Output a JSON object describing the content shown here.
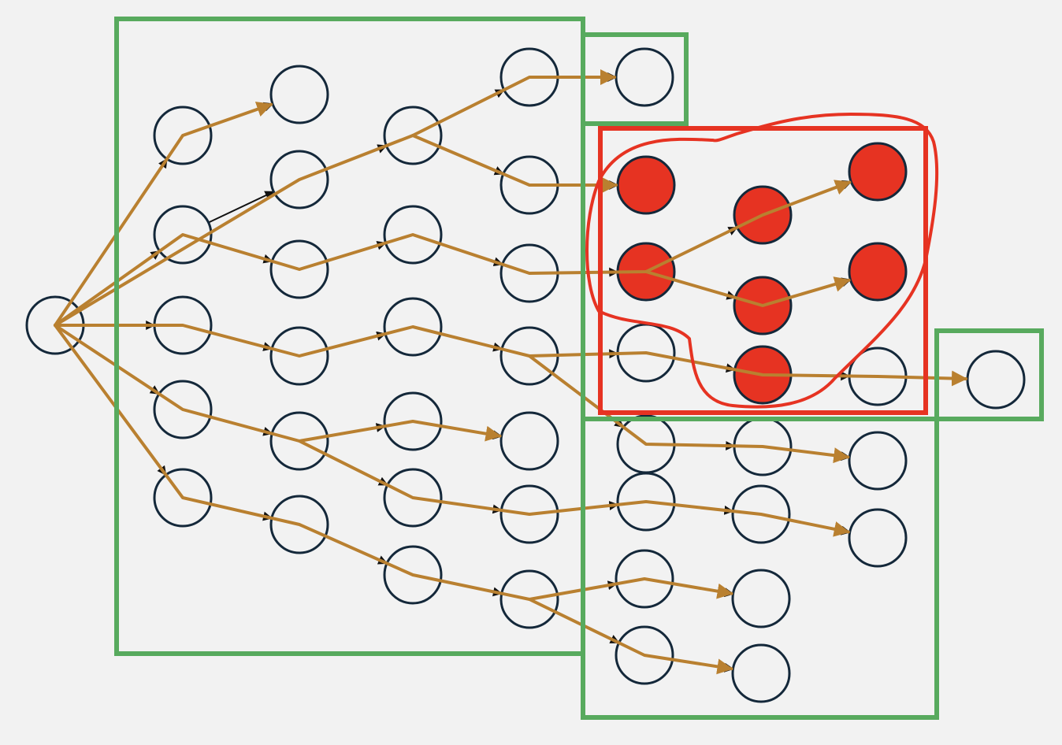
{
  "colors": {
    "background": "#f2f2f2",
    "node_stroke": "#14283a",
    "node_fill": "#f2f2f2",
    "highlight_fill": "#e63322",
    "tree_edge": "#111111",
    "path": "#b98030",
    "group_box": "#58aa5e",
    "highlight_box": "#e63322",
    "highlight_outline": "#e63322"
  },
  "nodes": [
    {
      "id": "root",
      "highlighted": false
    },
    {
      "id": "l1-a",
      "highlighted": false
    },
    {
      "id": "l1-b",
      "highlighted": false
    },
    {
      "id": "l1-c",
      "highlighted": false
    },
    {
      "id": "l1-d",
      "highlighted": false
    },
    {
      "id": "l1-e",
      "highlighted": false
    },
    {
      "id": "l2-a",
      "highlighted": false
    },
    {
      "id": "l2-b",
      "highlighted": false
    },
    {
      "id": "l2-c",
      "highlighted": false
    },
    {
      "id": "l2-d",
      "highlighted": false
    },
    {
      "id": "l2-e",
      "highlighted": false
    },
    {
      "id": "l2-f",
      "highlighted": false
    },
    {
      "id": "l3-a",
      "highlighted": false
    },
    {
      "id": "l3-b",
      "highlighted": false
    },
    {
      "id": "l3-c",
      "highlighted": false
    },
    {
      "id": "l3-d",
      "highlighted": false
    },
    {
      "id": "l3-e",
      "highlighted": false
    },
    {
      "id": "l3-f",
      "highlighted": false
    },
    {
      "id": "l4-a",
      "highlighted": false
    },
    {
      "id": "l4-b",
      "highlighted": false
    },
    {
      "id": "l4-c",
      "highlighted": false
    },
    {
      "id": "l4-d",
      "highlighted": false
    },
    {
      "id": "l4-e",
      "highlighted": false
    },
    {
      "id": "l4-f",
      "highlighted": false
    },
    {
      "id": "l4-g",
      "highlighted": false
    },
    {
      "id": "l5-top",
      "highlighted": false
    },
    {
      "id": "l5-a",
      "highlighted": true
    },
    {
      "id": "l5-b",
      "highlighted": true
    },
    {
      "id": "l5-c",
      "highlighted": false
    },
    {
      "id": "l5-d",
      "highlighted": false
    },
    {
      "id": "l5-e",
      "highlighted": false
    },
    {
      "id": "l5-f",
      "highlighted": false
    },
    {
      "id": "l5-g",
      "highlighted": false
    },
    {
      "id": "l6-a",
      "highlighted": true
    },
    {
      "id": "l6-b",
      "highlighted": true
    },
    {
      "id": "l6-c",
      "highlighted": true
    },
    {
      "id": "l6-d",
      "highlighted": false
    },
    {
      "id": "l6-e",
      "highlighted": false
    },
    {
      "id": "l6-f",
      "highlighted": false
    },
    {
      "id": "l6-g",
      "highlighted": false
    },
    {
      "id": "l7-a",
      "highlighted": true
    },
    {
      "id": "l7-b",
      "highlighted": true
    },
    {
      "id": "l7-c",
      "highlighted": false
    },
    {
      "id": "l7-d",
      "highlighted": false
    },
    {
      "id": "l7-e",
      "highlighted": false
    },
    {
      "id": "goal",
      "highlighted": false
    }
  ],
  "tree_edges": [
    [
      "root",
      "l1-a"
    ],
    [
      "root",
      "l1-b"
    ],
    [
      "root",
      "l1-c"
    ],
    [
      "root",
      "l1-d"
    ],
    [
      "root",
      "l1-e"
    ],
    [
      "l1-a",
      "l2-a"
    ],
    [
      "l1-b",
      "l2-b"
    ],
    [
      "l1-b",
      "l2-c"
    ],
    [
      "l1-c",
      "l2-d"
    ],
    [
      "l1-d",
      "l2-e"
    ],
    [
      "l1-e",
      "l2-f"
    ],
    [
      "l2-b",
      "l3-a"
    ],
    [
      "l2-c",
      "l3-b"
    ],
    [
      "l2-d",
      "l3-c"
    ],
    [
      "l2-e",
      "l3-d"
    ],
    [
      "l2-e",
      "l3-e"
    ],
    [
      "l2-f",
      "l3-f"
    ],
    [
      "l3-a",
      "l4-a"
    ],
    [
      "l3-a",
      "l4-b"
    ],
    [
      "l3-b",
      "l4-c"
    ],
    [
      "l3-c",
      "l4-d"
    ],
    [
      "l3-d",
      "l4-e"
    ],
    [
      "l3-e",
      "l4-f"
    ],
    [
      "l3-f",
      "l4-g"
    ],
    [
      "l4-a",
      "l5-top"
    ],
    [
      "l4-b",
      "l5-a"
    ],
    [
      "l4-c",
      "l5-b"
    ],
    [
      "l4-d",
      "l5-c"
    ],
    [
      "l4-d",
      "l5-d"
    ],
    [
      "l4-f",
      "l5-e"
    ],
    [
      "l4-g",
      "l5-f"
    ],
    [
      "l4-g",
      "l5-g"
    ],
    [
      "l5-b",
      "l6-a"
    ],
    [
      "l5-b",
      "l6-b"
    ],
    [
      "l5-c",
      "l6-c"
    ],
    [
      "l5-d",
      "l6-d"
    ],
    [
      "l5-e",
      "l6-e"
    ],
    [
      "l5-f",
      "l6-f"
    ],
    [
      "l5-g",
      "l6-g"
    ],
    [
      "l6-a",
      "l7-a"
    ],
    [
      "l6-b",
      "l7-b"
    ],
    [
      "l6-c",
      "l7-c"
    ],
    [
      "l6-d",
      "l7-d"
    ],
    [
      "l6-e",
      "l7-e"
    ]
  ],
  "paths": [
    [
      "root",
      "l1-a",
      "l2-a"
    ],
    [
      "root",
      "l2-b",
      "l3-a",
      "l4-a",
      "l5-top"
    ],
    [
      "l3-a",
      "l4-b",
      "l5-a"
    ],
    [
      "root",
      "l1-b",
      "l2-c",
      "l3-b",
      "l4-c",
      "l5-b",
      "l6-a",
      "l7-a"
    ],
    [
      "l5-b",
      "l6-b",
      "l7-b"
    ],
    [
      "root",
      "l1-c",
      "l2-d",
      "l3-c",
      "l4-d",
      "l5-c",
      "l6-c",
      "l7-c",
      "goal"
    ],
    [
      "l4-d",
      "l5-d",
      "l6-d",
      "l7-d"
    ],
    [
      "root",
      "l1-d",
      "l2-e",
      "l3-d",
      "l4-e"
    ],
    [
      "l2-e",
      "l3-e",
      "l4-f",
      "l5-e",
      "l6-e",
      "l7-e"
    ],
    [
      "root",
      "l1-e",
      "l2-f",
      "l3-f",
      "l4-g",
      "l5-f",
      "l6-f"
    ],
    [
      "l4-g",
      "l5-g",
      "l6-g"
    ]
  ],
  "group_boxes": [
    {
      "id": "main-group-box"
    },
    {
      "id": "top-group-box"
    },
    {
      "id": "lower-group-box"
    },
    {
      "id": "goal-group-box"
    }
  ],
  "highlight_box": {
    "id": "highlight-box"
  }
}
